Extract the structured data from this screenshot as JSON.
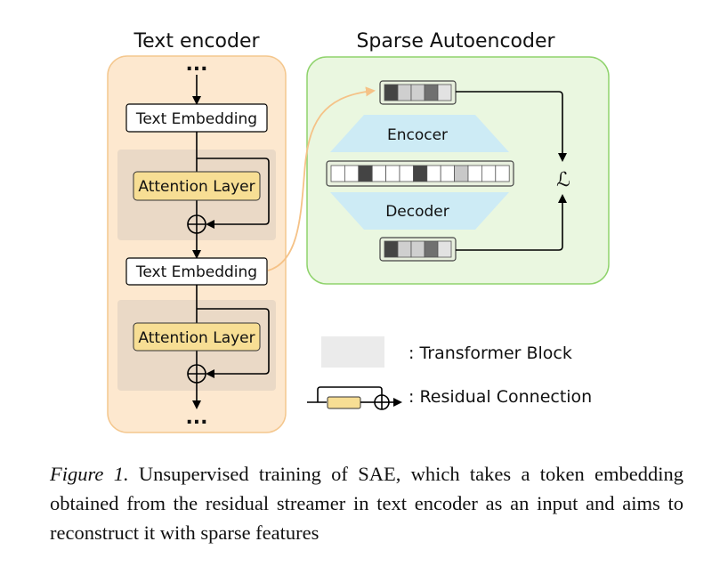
{
  "text_encoder": {
    "title": "Text encoder",
    "top_ellipsis": "...",
    "bottom_ellipsis": "...",
    "embedding_1": "Text Embedding",
    "attention_1": "Attention Layer",
    "embedding_2": "Text Embedding",
    "attention_2": "Attention Layer"
  },
  "sae": {
    "title": "Sparse Autoencoder",
    "encoder_label": "Encocer",
    "decoder_label": "Decoder",
    "loss_symbol": "ℒ",
    "input_vector": [
      "#444444",
      "#cfcfcf",
      "#cfcfcf",
      "#707070",
      "#e2e2e2"
    ],
    "sparse_vector": [
      "#ffffff",
      "#ffffff",
      "#444444",
      "#ffffff",
      "#ffffff",
      "#ffffff",
      "#444444",
      "#ffffff",
      "#ffffff",
      "#c8c8c8",
      "#ffffff",
      "#ffffff",
      "#ffffff"
    ],
    "output_vector": [
      "#444444",
      "#cfcfcf",
      "#cfcfcf",
      "#707070",
      "#e2e2e2"
    ]
  },
  "legend": {
    "transformer_block": ": Transformer Block",
    "residual_connection": ": Residual Connection"
  },
  "caption": {
    "label": "Figure 1.",
    "text": " Unsupervised training of SAE, which takes a token embedding obtained from the residual streamer in text encoder as an input and aims to reconstruct it with sparse features"
  },
  "colors": {
    "encoder_panel_fill": "#fde8cf",
    "encoder_panel_stroke": "#f4c78e",
    "sae_panel_fill": "#eaf7e0",
    "sae_panel_stroke": "#8fd36c",
    "block_fill": "#ead9c6",
    "attention_fill": "#f7de94",
    "trapezoid_fill": "#cdebf5",
    "orange_arrow": "#f7c68a"
  }
}
